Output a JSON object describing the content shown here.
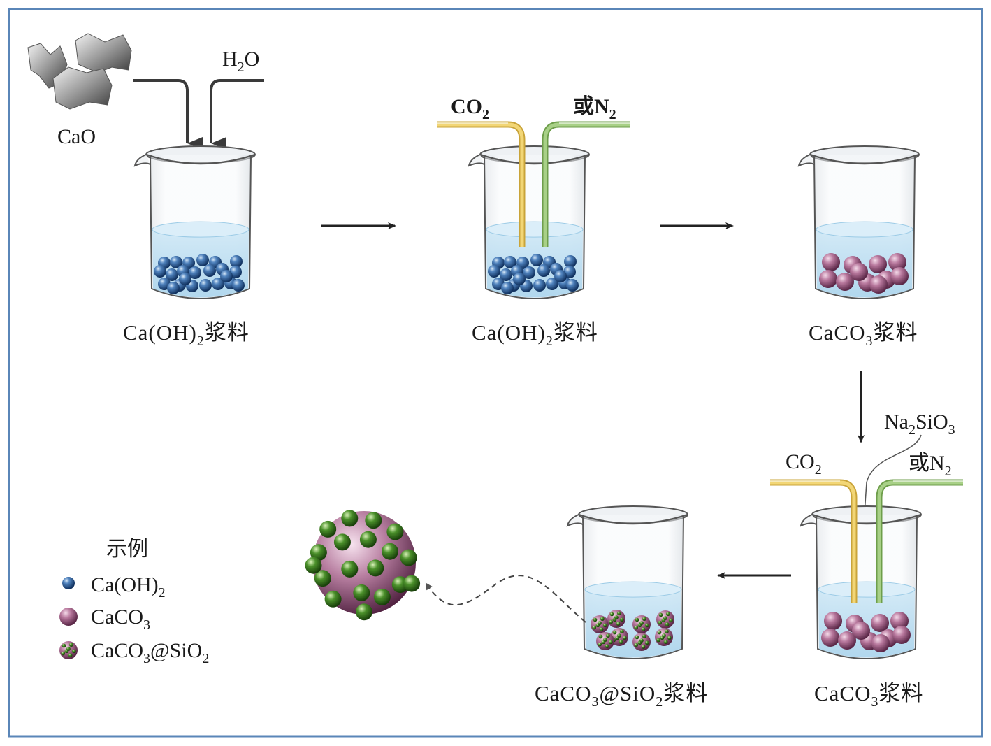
{
  "colors": {
    "frame": "#5a86b8",
    "liquid": "#bfe0f2",
    "caoh2_particle": "#3e6fa6",
    "caco3_particle": "#b7779c",
    "sio2_particle": "#4a8f2a",
    "co2_tube": "#e8c55a",
    "n2_tube": "#8fbf6a",
    "arrow": "#222222"
  },
  "labels": {
    "cao": "CaO",
    "h2o": {
      "main": "H",
      "sub": "2",
      "tail": "O"
    },
    "co2_bold": {
      "main": "CO",
      "sub": "2"
    },
    "or_n2_bold": {
      "main": "或N",
      "sub": "2"
    },
    "na2sio3": {
      "a": "Na",
      "s1": "2",
      "b": "SiO",
      "s2": "3"
    },
    "co2_plain": {
      "main": "CO",
      "sub": "2"
    },
    "or_n2_plain": {
      "main": "或N",
      "sub": "2"
    }
  },
  "captions": {
    "slurry1": {
      "main": "Ca(OH)",
      "sub": "2",
      "tail": "浆料"
    },
    "slurry2": {
      "main": "Ca(OH)",
      "sub": "2",
      "tail": "浆料"
    },
    "slurry3": {
      "main": "CaCO",
      "sub": "3",
      "tail": "浆料"
    },
    "slurry4": {
      "main": "CaCO",
      "sub": "3",
      "tail": "浆料"
    },
    "slurry5": {
      "a": "CaCO",
      "s1": "3",
      "b": "@SiO",
      "s2": "2",
      "tail": "浆料"
    }
  },
  "legend": {
    "title": "示例",
    "items": [
      {
        "main": "Ca(OH)",
        "sub": "2",
        "tail": ""
      },
      {
        "main": "CaCO",
        "sub": "3",
        "tail": ""
      },
      {
        "main": "CaCO",
        "sub": "3",
        "tail": "@SiO",
        "sub2": "2"
      }
    ]
  }
}
